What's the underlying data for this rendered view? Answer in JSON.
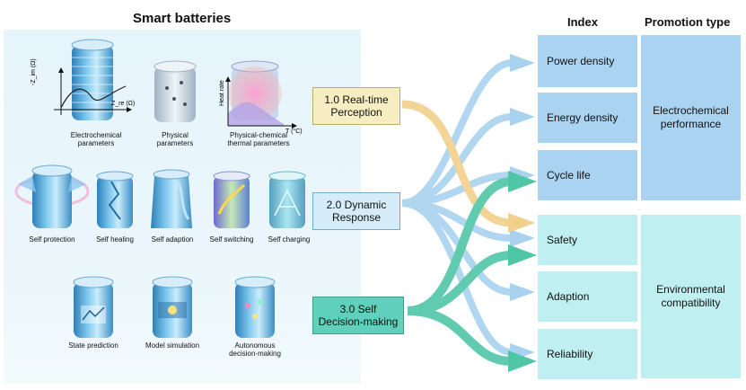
{
  "titles": {
    "left": "Smart batteries",
    "index": "Index",
    "promotion": "Promotion type"
  },
  "batteries": [
    {
      "label": "Electrochemical parameters",
      "line1": "Electrochemical",
      "line2": "parameters"
    },
    {
      "label": "Physical parameters",
      "line1": "Physical",
      "line2": "parameters"
    },
    {
      "label": "Physical-chemical thermal parameters",
      "line1": "Physical-chemical",
      "line2": "thermal parameters"
    },
    {
      "label": "Self protection"
    },
    {
      "label": "Self healing"
    },
    {
      "label": "Self adaption"
    },
    {
      "label": "Self switching"
    },
    {
      "label": "Self charging"
    },
    {
      "label": "State prediction"
    },
    {
      "label": "Model simulation"
    },
    {
      "label": "Autonomous decision-making",
      "line1": "Autonomous",
      "line2": "decision-making"
    }
  ],
  "plot_labels": {
    "nyquist_y": "-Z_im (Ω)",
    "nyquist_x": "Z_re (Ω)",
    "heat_y": "Heat rate",
    "heat_x": "T (°C)"
  },
  "stages": [
    {
      "line1": "1.0 Real-time",
      "line2": "Perception",
      "color": "#f6eec2"
    },
    {
      "line1": "2.0 Dynamic",
      "line2": "Response",
      "color": "#d6ecf8"
    },
    {
      "line1": "3.0 Self",
      "line2": "Decision-making",
      "color": "#5fd0bb"
    }
  ],
  "indices": [
    "Power density",
    "Energy density",
    "Cycle life",
    "Safety",
    "Adaption",
    "Reliability"
  ],
  "promotions": [
    {
      "line1": "Electrochemical",
      "line2": "performance"
    },
    {
      "line1": "Environmental",
      "line2": "compatibility"
    }
  ],
  "colors": {
    "perception_arrow": "#f1d08c",
    "response_arrow": "#a9d2ef",
    "decision_arrow": "#4fc6a6",
    "electrochem_fill": "#a9d3f0",
    "env_fill": "#bfeff0"
  }
}
